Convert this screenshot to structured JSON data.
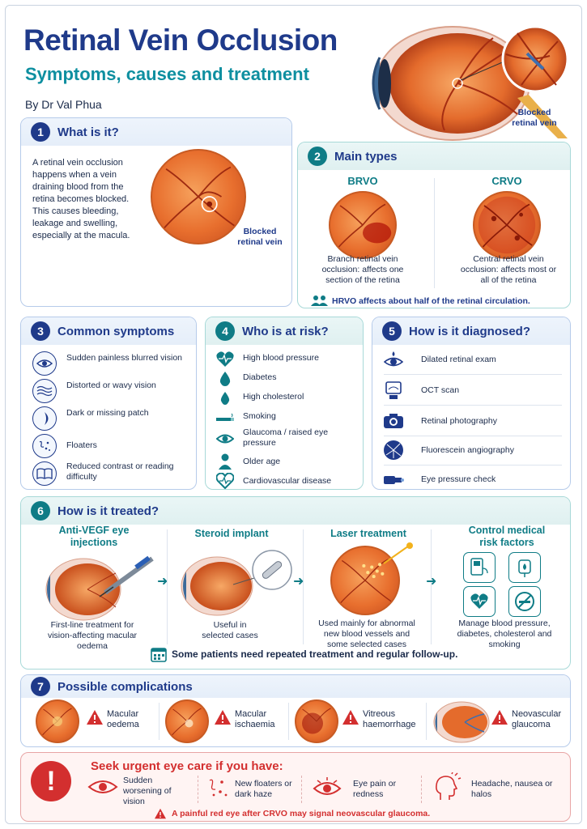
{
  "header": {
    "title": "Retinal Vein Occlusion",
    "subtitle": "Symptoms, causes and treatment",
    "author": "By Dr Val Phua",
    "eye_label": "Blocked\nretinal vein"
  },
  "s1": {
    "num": "1",
    "title": "What is it?",
    "body": "A retinal vein occlusion happens when a vein draining blood from the retina becomes blocked. This causes bleeding, leakage and swelling, especially at the macula.",
    "label": "Blocked retinal vein"
  },
  "s2": {
    "num": "2",
    "title": "Main types",
    "brvo_title": "BRVO",
    "brvo_desc": "Branch retinal vein occlusion: affects one section of the retina",
    "crvo_title": "CRVO",
    "crvo_desc": "Central retinal vein occlusion: affects most or all of the retina",
    "note": "HRVO affects about half of the retinal circulation."
  },
  "s3": {
    "num": "3",
    "title": "Common symptoms",
    "items": [
      {
        "icon": "eye-icon",
        "label": "Sudden painless blurred vision"
      },
      {
        "icon": "wavy-lines-icon",
        "label": "Distorted or wavy vision"
      },
      {
        "icon": "dark-patch-icon",
        "label": "Dark or missing patch"
      },
      {
        "icon": "floaters-icon",
        "label": "Floaters"
      },
      {
        "icon": "book-icon",
        "label": "Reduced contrast or reading difficulty"
      }
    ]
  },
  "s4": {
    "num": "4",
    "title": "Who is at risk?",
    "items": [
      {
        "icon": "heart-pulse-icon",
        "label": "High blood pressure"
      },
      {
        "icon": "blood-drop-icon",
        "label": "Diabetes"
      },
      {
        "icon": "cholesterol-drop-icon",
        "label": "High cholesterol"
      },
      {
        "icon": "cigarette-icon",
        "label": "Smoking"
      },
      {
        "icon": "eye-pressure-icon",
        "label": "Glaucoma / raised eye pressure"
      },
      {
        "icon": "person-icon",
        "label": "Older age"
      },
      {
        "icon": "heart-line-icon",
        "label": "Cardiovascular disease"
      }
    ]
  },
  "s5": {
    "num": "5",
    "title": "How is it diagnosed?",
    "items": [
      {
        "icon": "dilated-eye-icon",
        "label": "Dilated retinal exam"
      },
      {
        "icon": "oct-scanner-icon",
        "label": "OCT scan"
      },
      {
        "icon": "camera-icon",
        "label": "Retinal photography"
      },
      {
        "icon": "angiography-icon",
        "label": "Fluorescein angiography"
      },
      {
        "icon": "tonometer-icon",
        "label": "Eye pressure check"
      }
    ]
  },
  "s6": {
    "num": "6",
    "title": "How is it treated?",
    "steps": [
      {
        "title": "Anti-VEGF eye injections",
        "desc": "First-line treatment for vision-affecting macular oedema"
      },
      {
        "title": "Steroid implant",
        "desc": "Useful in selected cases"
      },
      {
        "title": "Laser treatment",
        "desc": "Used mainly for abnormal new blood vessels and some selected cases"
      },
      {
        "title": "Control medical risk factors",
        "desc": "Manage blood pressure, diabetes, cholesterol and smoking"
      }
    ],
    "note": "Some patients need repeated treatment and regular follow-up."
  },
  "s7": {
    "num": "7",
    "title": "Possible complications",
    "items": [
      {
        "label": "Macular oedema"
      },
      {
        "label": "Macular ischaemia"
      },
      {
        "label": "Vitreous haemorrhage"
      },
      {
        "label": "Neovascular glaucoma"
      }
    ]
  },
  "urgent": {
    "title": "Seek urgent eye care if you have:",
    "items": [
      {
        "icon": "red-eye-icon",
        "label": "Sudden worsening of vision"
      },
      {
        "icon": "floaters-icon",
        "label": "New floaters or dark haze"
      },
      {
        "icon": "eye-pain-icon",
        "label": "Eye pain or redness"
      },
      {
        "icon": "headache-icon",
        "label": "Headache, nausea or halos"
      }
    ],
    "footer": "A painful red eye after CRVO may signal neovascular glaucoma."
  },
  "colors": {
    "navy": "#1f3a8a",
    "teal": "#0e8fa0",
    "red": "#d32f2f",
    "retina": "#e86f2e"
  }
}
